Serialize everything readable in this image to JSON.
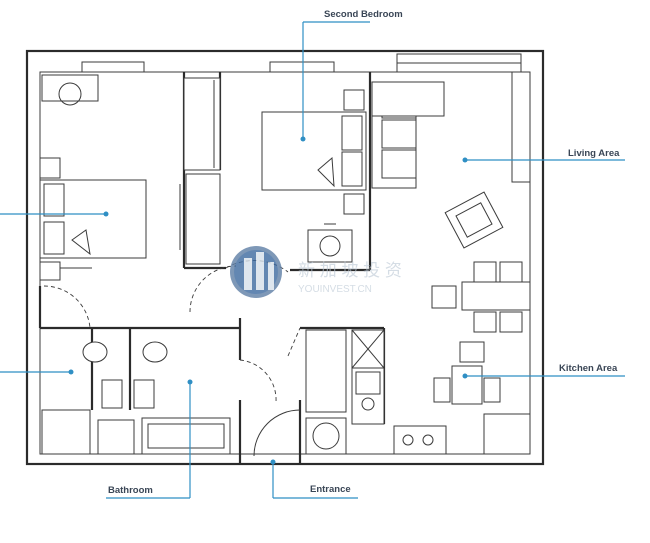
{
  "labels": {
    "second_bedroom": "Second Bedroom",
    "living_area": "Living Area",
    "kitchen_area": "Kitchen Area",
    "bathroom": "Bathroom",
    "entrance": "Entrance"
  },
  "watermark": {
    "cn": "新 加 坡 投 资",
    "en": "YOUINVEST.CN"
  },
  "colors": {
    "callout": "#2f8fc4",
    "wall": "#2b2b2b",
    "label": "#3a4656"
  }
}
